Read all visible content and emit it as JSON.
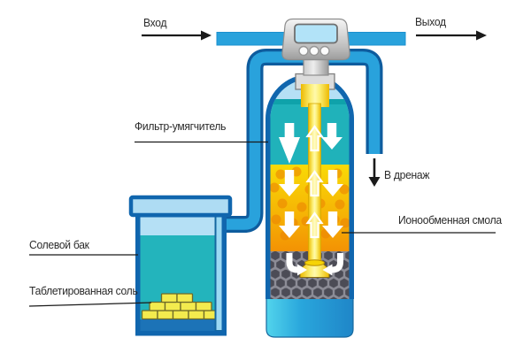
{
  "labels": {
    "inlet": "Вход",
    "outlet": "Выход",
    "softener_filter": "Фильтр-умягчитель",
    "to_drain": "В дренаж",
    "ion_exchange_resin": "Ионообменная смола",
    "brine_tank": "Солевой бак",
    "tableted_salt": "Таблетированная соль"
  },
  "colors": {
    "pipe_blue": "#29A2DC",
    "pipe_outline": "#0E5C9E",
    "tank_border_blue": "#1066AE",
    "water_teal": "#20B2BA",
    "light_blue": "#B5E0F5",
    "resin_orange": "#F39204",
    "resin_yellow_top": "#F9DA06",
    "riser_tube_yellow": "#FCF077",
    "gravel_gray": "#4C4C56",
    "controller_gray": "#C6C6C6",
    "screen_blue": "#B2E3F8",
    "salt_yellow": "#F3EB4E",
    "annotation_black": "#1A1A1A",
    "background": "#FFFFFF"
  }
}
